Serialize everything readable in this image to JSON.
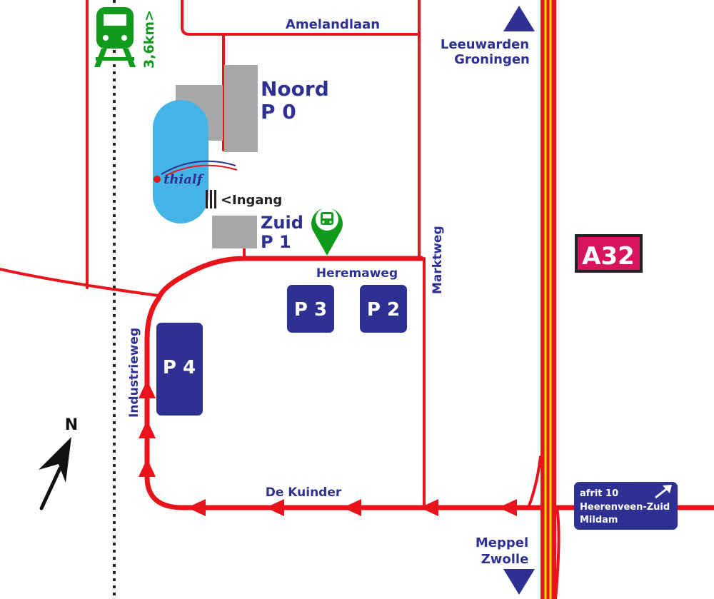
{
  "colors": {
    "road": "#e8141c",
    "highway_center": "#f5d90a",
    "label": "#2e3192",
    "parking_fill": "#2e3192",
    "building": "#a7a7a7",
    "arena": "#43b4e5",
    "transit": "#119b1d",
    "a32_fill": "#d9135d",
    "railway": "#222222"
  },
  "streets": {
    "amelandlaan": "Amelandlaan",
    "heremaweg": "Heremaweg",
    "marktweg": "Marktweg",
    "industrieweg": "Industrieweg",
    "de_kuinder": "De Kuinder"
  },
  "directions": {
    "north_line1": "Leeuwarden",
    "north_line2": "Groningen",
    "south_line1": "Meppel",
    "south_line2": "Zwolle"
  },
  "parking": {
    "noord_line1": "Noord",
    "noord_line2": "P 0",
    "zuid_line1": "Zuid",
    "zuid_line2": "P 1",
    "p2": "P 2",
    "p3": "P 3",
    "p4": "P 4"
  },
  "venue": {
    "logo": "thialf",
    "entrance": "Ingang",
    "entrance_arrow": "<"
  },
  "train": {
    "distance": "3,6km>",
    "icon": "train-icon"
  },
  "bus": {
    "icon": "bus-stop-icon"
  },
  "highway": {
    "shield": "A32"
  },
  "exit_sign": {
    "line1": "afrit 10",
    "line2": "Heerenveen-Zuid",
    "line3": "Mildam",
    "icon": "arrow-northeast-icon"
  },
  "compass": {
    "label": "N"
  }
}
